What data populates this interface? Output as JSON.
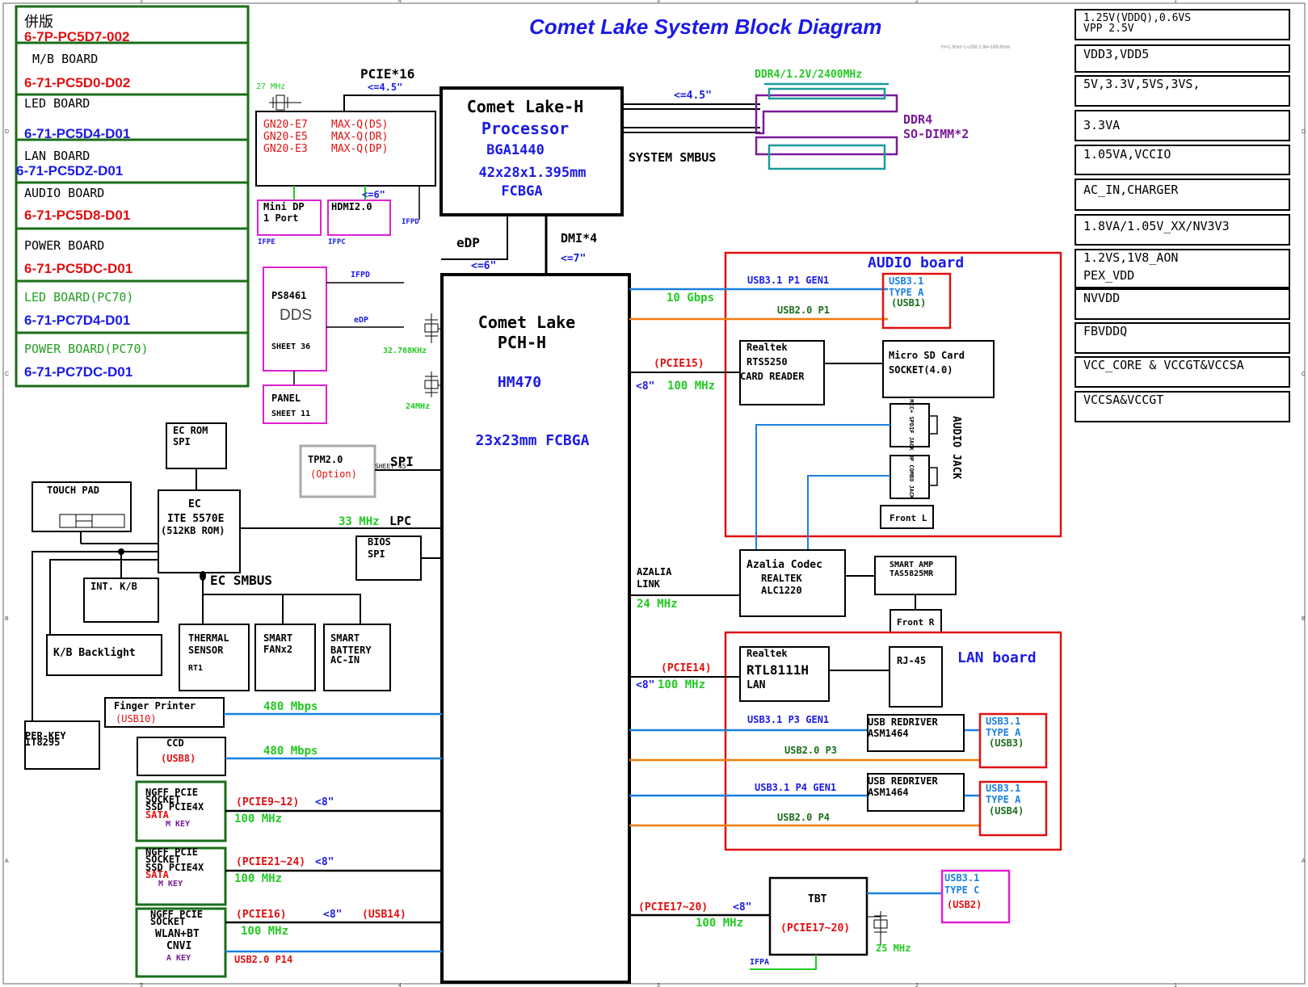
{
  "title": "Comet Lake System Block Diagram",
  "small_note": "H=1.3mm  L=298.1  W=169.8mm",
  "colors": {
    "blue": "#1a1ae6",
    "red": "#e01010",
    "green": "#22c922",
    "orange": "#f07d10",
    "purple": "#7a1a9a",
    "magenta": "#e020d0",
    "cyan": "#1a80e0",
    "black": "#000000"
  },
  "boards": [
    {
      "name": "併版",
      "pn": "6-7P-PC5D7-002"
    },
    {
      "name": "M/B BOARD",
      "pn": "6-71-PC5D0-D02"
    },
    {
      "name": "LED BOARD",
      "pn": "6-71-PC5D4-D01"
    },
    {
      "name": "LAN BOARD",
      "pn": "6-71-PC5DZ-D01"
    },
    {
      "name": "AUDIO BOARD",
      "pn": "6-71-PC5D8-D01"
    },
    {
      "name": "POWER BOARD",
      "pn": "6-71-PC5DC-D01"
    },
    {
      "name": "LED BOARD(PC70)",
      "pn": "6-71-PC7D4-D01"
    },
    {
      "name": "POWER BOARD(PC70)",
      "pn": "6-71-PC7DC-D01"
    }
  ],
  "power_rails": [
    "1.25V(VDDQ),0.6VS",
    "VPP 2.5V",
    "VDD3,VDD5",
    "5V,3.3V,5VS,3VS,",
    "3.3VA",
    "1.05VA,VCCIO",
    "AC_IN,CHARGER",
    "1.8VA/1.05V_XX/NV3V3",
    "1.2VS,1V8_AON",
    "PEX_VDD",
    "NVVDD",
    "FBVDDQ",
    "VCC_CORE & VCCGT&VCCSA",
    "VCCSA&VCCGT"
  ],
  "cpu": {
    "l1": "Comet Lake-H",
    "l2": "Processor",
    "l3": "BGA1440",
    "l4": "42x28x1.395mm",
    "l5": "FCBGA"
  },
  "pch": {
    "l1": "Comet Lake",
    "l2": "PCH-H",
    "l3": "HM470",
    "l4": "23x23mm FCBGA"
  },
  "gpu": {
    "left": [
      "GN20-E7",
      "GN20-E5",
      "GN20-E3"
    ],
    "right": [
      "MAX-Q(DS)",
      "MAX-Q(DR)",
      "MAX-Q(DP)"
    ]
  },
  "labels": {
    "pcie16": "PCIE*16",
    "le45a": "<=4.5\"",
    "mhz27": "27 MHz",
    "le45b": "<=4.5\"",
    "ddr4": "DDR4/1.2V/2400MHz",
    "sodimm1": "DDR4",
    "sodimm2": "SO-DIMM*2",
    "smbus": "SYSTEM SMBUS",
    "le6a": "<=6\"",
    "minidp1": "Mini DP",
    "minidp2": "1 Port",
    "hdmi": "HDMI2.0",
    "ifpe": "IFPE",
    "ifpc": "IFPC",
    "ifpd": "IFPD",
    "edp": "eDP",
    "le6b": "<=6\"",
    "dmi": "DMI*4",
    "le7": "<=7\"",
    "ps1": "PS8461",
    "ps2": "DDS",
    "ps3": "SHEET 36",
    "ifpd2": "IFPD",
    "edp2": "eDP",
    "k32": "32.768KHz",
    "m24": "24MHz",
    "panel1": "PANEL",
    "panel2": "SHEET 11",
    "ecrom1": "EC ROM",
    "ecrom2": "SPI",
    "tpm1": "TPM2.0",
    "tpm2": "(Option)",
    "spi": "SPI",
    "sheet45": "SHEET 45",
    "touchpad": "TOUCH PAD",
    "ec1": "EC",
    "ec2": "ITE 5570E",
    "ec3": "(512KB ROM)",
    "lpc_mhz": "33 MHz",
    "lpc": "LPC",
    "bios1": "BIOS",
    "bios2": "SPI",
    "intkb": "INT. K/B",
    "ecsmbus": "EC SMBUS",
    "kbl": "K/B Backlight",
    "th1": "THERMAL",
    "th2": "SENSOR",
    "th3": "RT1",
    "fan1": "SMART",
    "fan2": "FANx2",
    "bat1": "SMART",
    "bat2": "BATTERY",
    "bat3": "AC-IN",
    "fp1": "Finger Printer",
    "fp2": "(USB10)",
    "m480a": "480 Mbps",
    "perkey1": "PER-KEY",
    "perkey2": "IT8295",
    "ccd1": "CCD",
    "ccd2": "(USB8)",
    "m480b": "480 Mbps",
    "ngff": "NGFF PCIE",
    "socket": "SOCKET",
    "ssd": "SSD PCIE4X",
    "sata": "SATA",
    "mkey": "M KEY",
    "pcie9": "(PCIE9~12)",
    "lt8a": "<8\"",
    "mhz100a": "100 MHz",
    "pcie21": "(PCIE21~24)",
    "lt8b": "<8\"",
    "mhz100b": "100 MHz",
    "wlan1": "WLAN+BT",
    "wlan2": "CNVI",
    "akey": "A KEY",
    "pcie16b": "(PCIE16)",
    "lt8c": "<8\"",
    "usb14": "(USB14)",
    "mhz100c": "100 MHz",
    "usb2p14": "USB2.0 P14",
    "audio_board": "AUDIO board",
    "usb31p1": "USB3.1 P1 GEN1",
    "gbps10": "10 Gbps",
    "usb20p1": "USB2.0 P1",
    "ta1a": "USB3.1",
    "ta1b": "TYPE A",
    "ta1c": "(USB1)",
    "pcie15": "(PCIE15)",
    "lt8d": "<8\"",
    "mhz100d": "100 MHz",
    "rts1": "Realtek",
    "rts2": "RTS5250",
    "rts3": "CARD READER",
    "sd1": "Micro SD Card",
    "sd2": "SOCKET(4.0)",
    "mic": "MIC+ SPDIF JACK",
    "hp": "HP COMBO JACK",
    "audiojack": "AUDIO JACK",
    "frontl": "Front L",
    "az1": "AZALIA",
    "az2": "LINK",
    "mhz24": "24 MHz",
    "codec1": "Azalia Codec",
    "codec2": "REALTEK",
    "codec3": "ALC1220",
    "amp1": "SMART AMP",
    "amp2": "TAS5825MR",
    "frontr": "Front R",
    "lan_board": "LAN board",
    "pcie14": "(PCIE14)",
    "lt8e": "<8\"",
    "mhz100e": "100 MHz",
    "lan1": "Realtek",
    "lan2": "RTL8111H",
    "lan3": "LAN",
    "rj45": "RJ-45",
    "usb31p3": "USB3.1 P3 GEN1",
    "usb20p3": "USB2.0 P3",
    "redr": "USB REDRIVER",
    "asm": "ASM1464",
    "ta3a": "USB3.1",
    "ta3b": "TYPE A",
    "ta3c": "(USB3)",
    "usb31p4": "USB3.1 P4 GEN1",
    "usb20p4": "USB2.0 P4",
    "ta4a": "USB3.1",
    "ta4b": "TYPE A",
    "ta4c": "(USB4)",
    "pcie17": "(PCIE17~20)",
    "lt8f": "<8\"",
    "mhz100f": "100 MHz",
    "tbt1": "TBT",
    "tbt2": "(PCIE17~20)",
    "mhz25": "25 MHz",
    "ifpa": "IFPA",
    "tc1": "USB3.1",
    "tc2": "TYPE C",
    "tc3": "(USB2)"
  },
  "border_marks": {
    "top": [
      "5",
      "4",
      "3",
      "2",
      "1"
    ],
    "side": [
      "D",
      "C",
      "B",
      "A"
    ]
  }
}
